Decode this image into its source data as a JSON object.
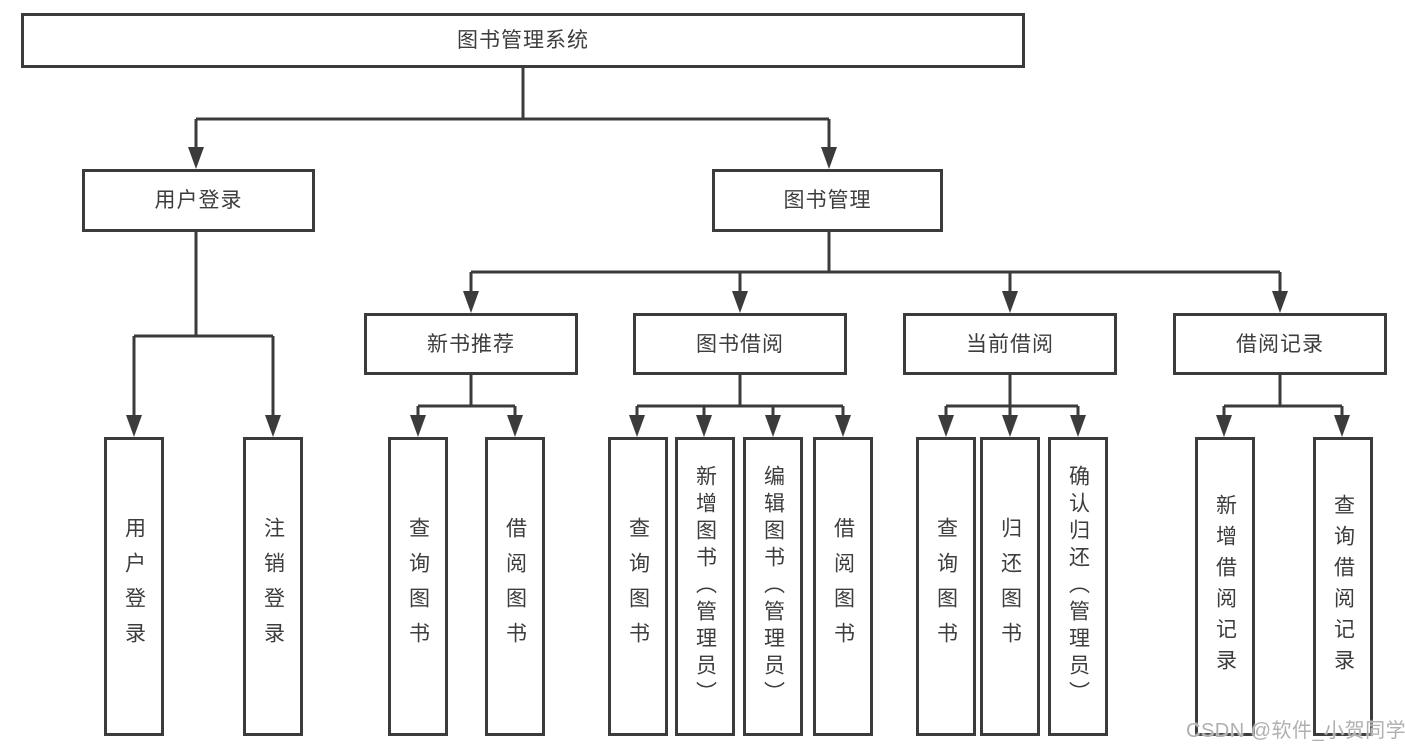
{
  "diagram_title": "图书管理系统",
  "tree": {
    "root": {
      "label": "图书管理系统",
      "children": [
        {
          "label": "用户登录",
          "children": [
            {
              "label": "用户登录"
            },
            {
              "label": "注销登录"
            }
          ]
        },
        {
          "label": "图书管理",
          "children": [
            {
              "label": "新书推荐",
              "children": [
                {
                  "label": "查询图书"
                },
                {
                  "label": "借阅图书"
                }
              ]
            },
            {
              "label": "图书借阅",
              "children": [
                {
                  "label": "查询图书"
                },
                {
                  "label": "新增图书（管理员）"
                },
                {
                  "label": "编辑图书（管理员）"
                },
                {
                  "label": "借阅图书"
                }
              ]
            },
            {
              "label": "当前借阅",
              "children": [
                {
                  "label": "查询图书"
                },
                {
                  "label": "归还图书"
                },
                {
                  "label": "确认归还（管理员）"
                }
              ]
            },
            {
              "label": "借阅记录",
              "children": [
                {
                  "label": "新增借阅记录"
                },
                {
                  "label": "查询借阅记录"
                }
              ]
            }
          ]
        }
      ]
    }
  },
  "watermark": {
    "text": "CSDN @软件_小贺同学"
  },
  "colors": {
    "line": "#3b3b3b",
    "box_border": "#3b3b3b",
    "text": "#3d3d3d",
    "background": "#ffffff",
    "watermark": "#acacac"
  }
}
